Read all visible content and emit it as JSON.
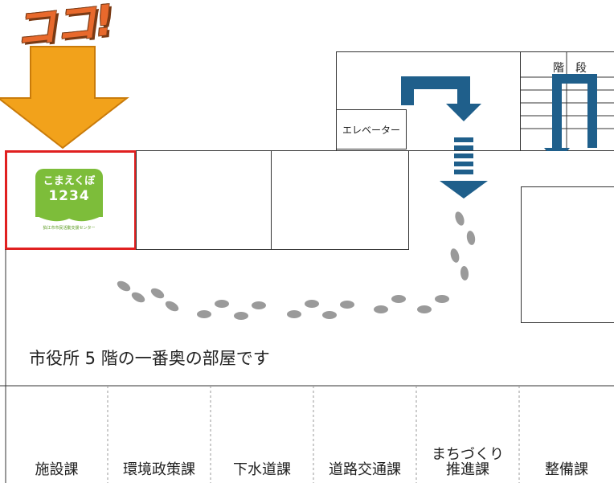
{
  "callout": {
    "text": "ココ!",
    "arrow_color": "#f2a21b",
    "text_color": "#e8692c"
  },
  "logo": {
    "name": "こまえくぼ",
    "number": "1234",
    "subtitle": "狛江市市民活動支援センター",
    "color": "#7dbd3a"
  },
  "labels": {
    "elevator": "エレベーター",
    "stairs_a": "階",
    "stairs_b": "段"
  },
  "note": "市役所 5 階の一番奥の部屋です",
  "departments": [
    {
      "label": "施設課"
    },
    {
      "label": "環境政策課"
    },
    {
      "label": "下水道課"
    },
    {
      "label": "道路交通課"
    },
    {
      "label": "まちづくり\n推進課"
    },
    {
      "label": "整備課"
    }
  ],
  "colors": {
    "path_arrow": "#1f5f8b",
    "footprints": "#9a9a9a",
    "highlight": "#e02020"
  }
}
